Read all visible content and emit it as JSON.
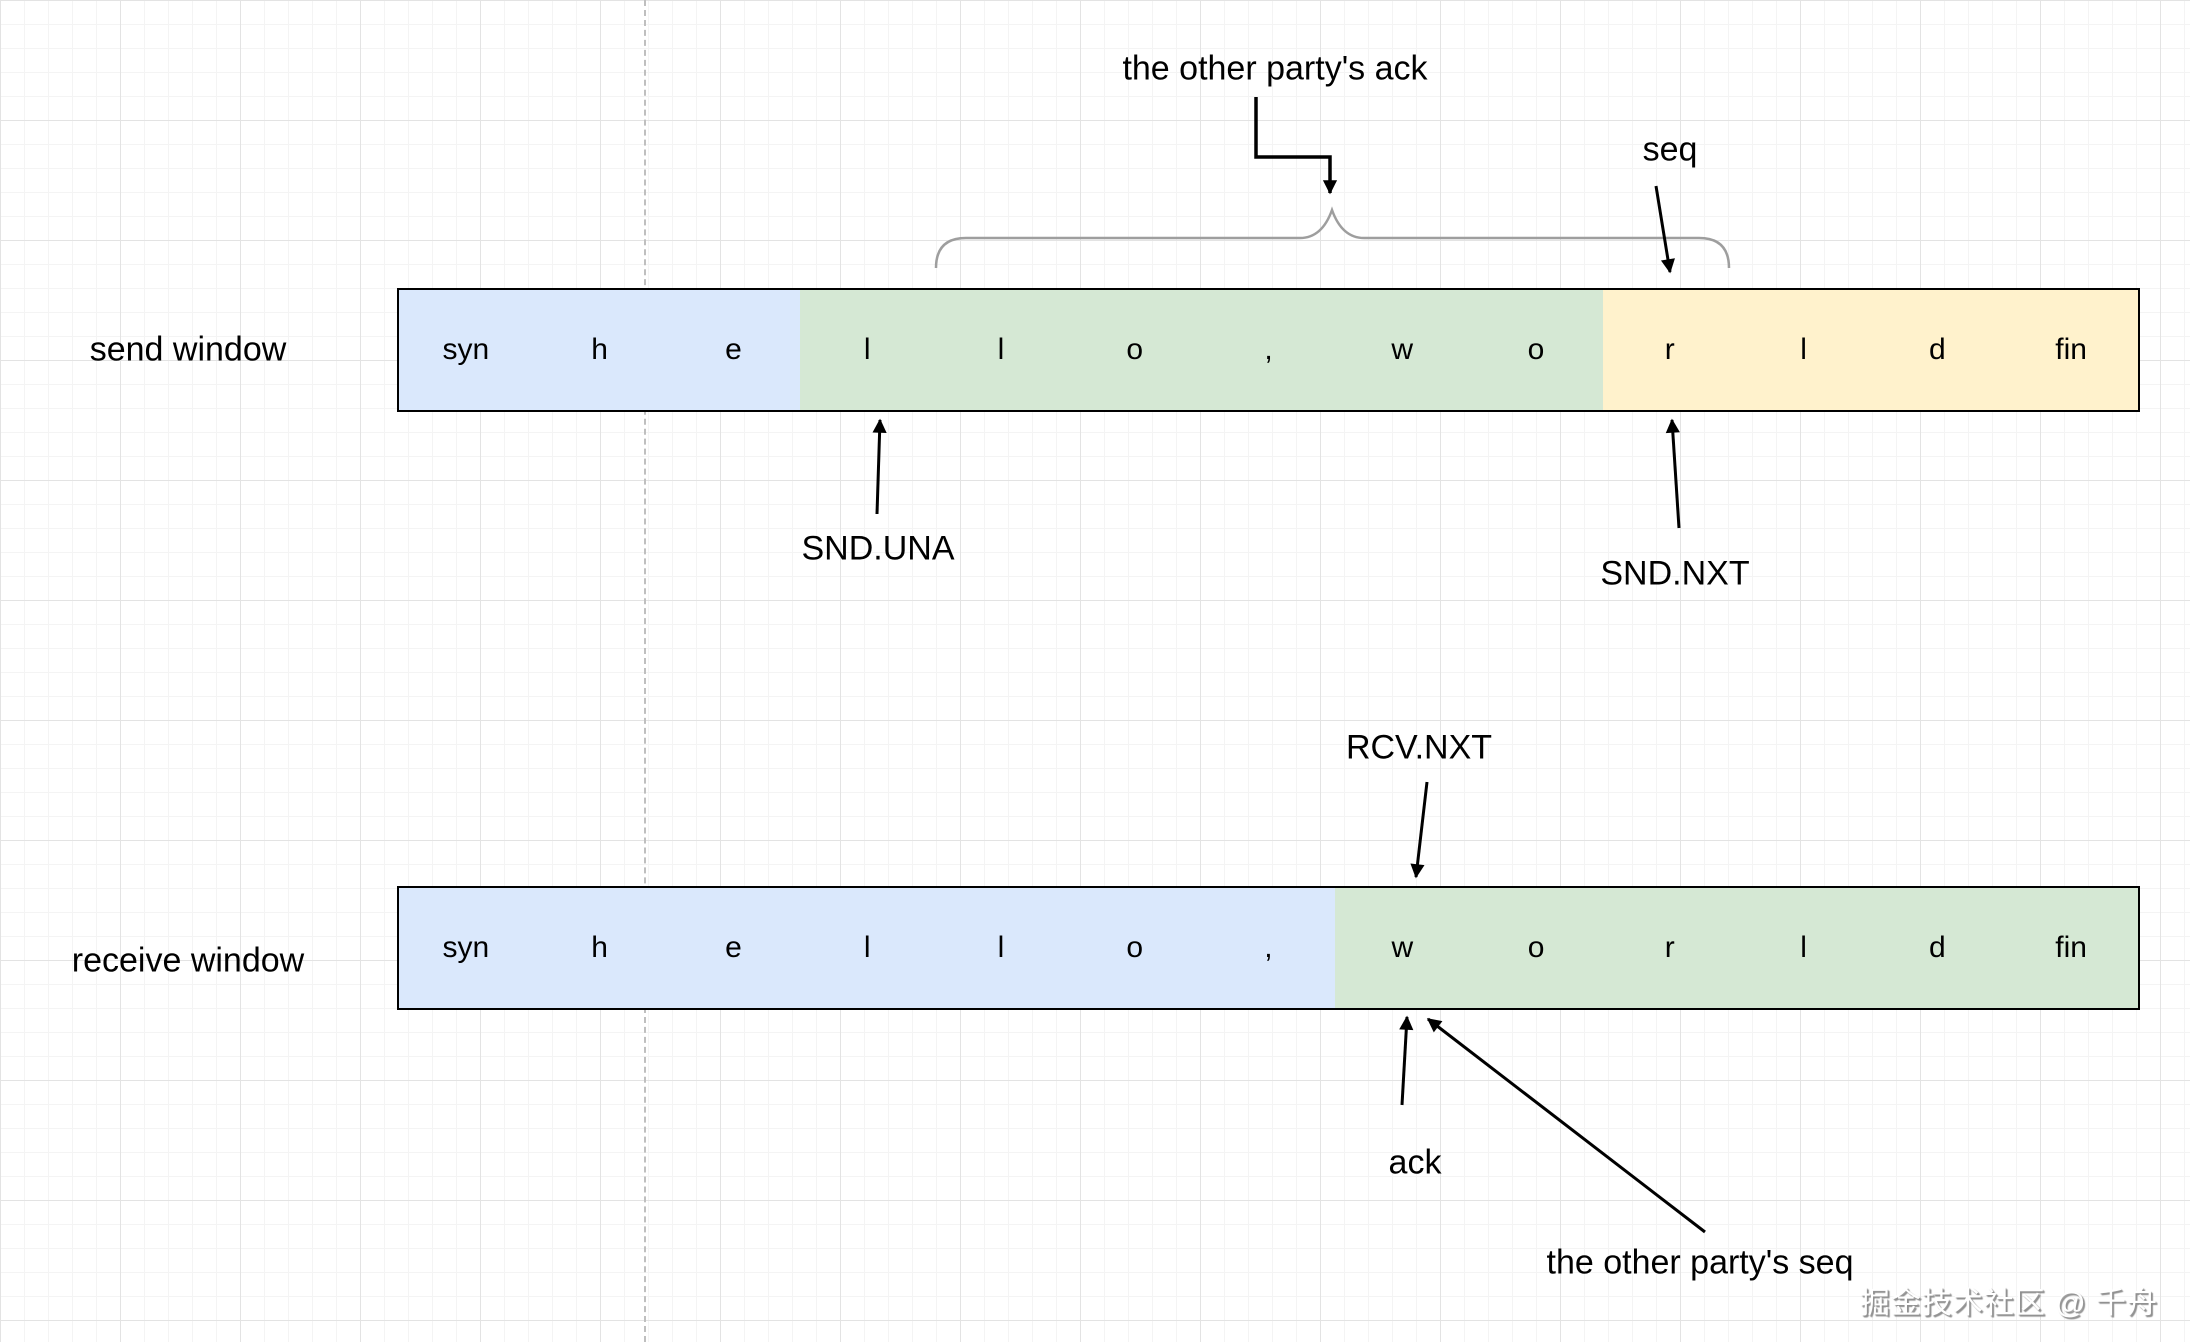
{
  "diagram": {
    "title_meaning": "TCP send/receive window diagram",
    "send_window": {
      "label": "send window",
      "segments": [
        {
          "name": "acked-blue",
          "color": "#dae8fc",
          "cells": [
            "syn",
            "h",
            "e"
          ]
        },
        {
          "name": "sent-unacked-green",
          "color": "#d5e8d4",
          "cells": [
            "l",
            "l",
            "o",
            ",",
            "w",
            "o"
          ]
        },
        {
          "name": "usable-yellow",
          "color": "#fff2cc",
          "cells": [
            "r",
            "l",
            "d",
            "fin"
          ]
        }
      ]
    },
    "receive_window": {
      "label": "receive window",
      "segments": [
        {
          "name": "received-blue",
          "color": "#dae8fc",
          "cells": [
            "syn",
            "h",
            "e",
            "l",
            "l",
            "o",
            ","
          ]
        },
        {
          "name": "window-green",
          "color": "#d5e8d4",
          "cells": [
            "w",
            "o",
            "r",
            "l",
            "d",
            "fin"
          ]
        }
      ]
    },
    "annotations": {
      "other_party_ack": "the other party's ack",
      "seq": "seq",
      "snd_una": "SND.UNA",
      "snd_nxt": "SND.NXT",
      "rcv_nxt": "RCV.NXT",
      "ack": "ack",
      "other_party_seq": "the other party's seq"
    },
    "watermark": "掘金技术社区 @ 千舟",
    "colors": {
      "cell_blue": "#dae8fc",
      "cell_green": "#d5e8d4",
      "cell_yellow": "#fff2cc",
      "bar_border": "#000000",
      "brace_gray": "#9e9e9e",
      "arrow_black": "#000000",
      "dashed_guide_gray": "#bfbfbf"
    }
  }
}
